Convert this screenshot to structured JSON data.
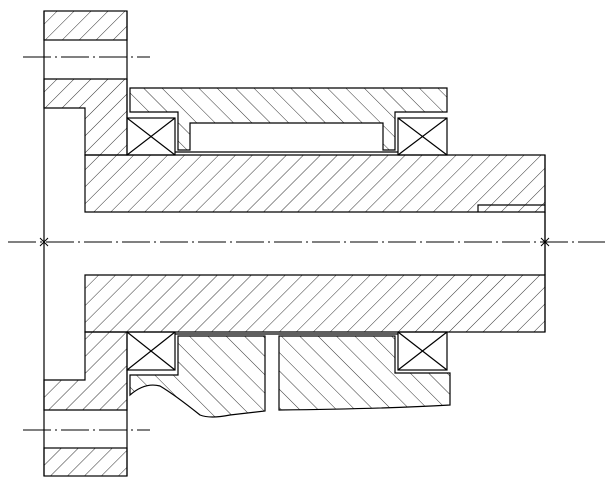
{
  "drawing": {
    "type": "mechanical cross-section",
    "colors": {
      "line": "#000000",
      "background": "#ffffff"
    },
    "hatching": {
      "shaft_and_flange": "forward-diagonal",
      "housing": "back-diagonal"
    }
  }
}
